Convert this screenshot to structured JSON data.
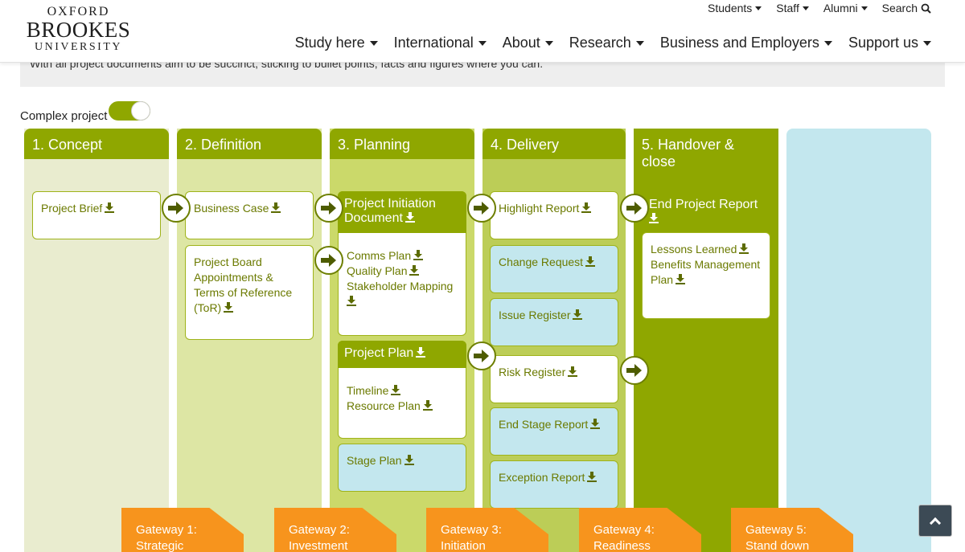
{
  "header": {
    "logo": {
      "line1": "OXFORD",
      "line2": "BROOKES",
      "line3": "UNIVERSITY"
    },
    "utility_nav": [
      {
        "label": "Students"
      },
      {
        "label": "Staff"
      },
      {
        "label": "Alumni"
      },
      {
        "label": "Search"
      }
    ],
    "main_nav": [
      {
        "label": "Study here"
      },
      {
        "label": "International"
      },
      {
        "label": "About"
      },
      {
        "label": "Research"
      },
      {
        "label": "Business and Employers"
      },
      {
        "label": "Support us"
      }
    ]
  },
  "intro": {
    "text": "With all project documents aim to be succinct, sticking to bullet points, facts and figures where you can."
  },
  "toggle": {
    "label": "Complex project",
    "state": "on"
  },
  "columns": [
    {
      "title": "1. Concept"
    },
    {
      "title": "2. Definition"
    },
    {
      "title": "3. Planning"
    },
    {
      "title": "4. Delivery"
    },
    {
      "title": "5. Handover & close"
    }
  ],
  "documents": {
    "concept": {
      "project_brief": "Project Brief"
    },
    "definition": {
      "business_case": "Business Case",
      "board_appointments": "Project Board Appointments & Terms of Reference (ToR)"
    },
    "planning": {
      "pid_title": "Project Initiation Document",
      "comms_plan": "Comms Plan",
      "quality_plan": "Quality Plan",
      "stakeholder_mapping": "Stakeholder Mapping",
      "project_plan_title": "Project Plan",
      "timeline": "Timeline",
      "resource_plan": "Resource Plan",
      "stage_plan": "Stage Plan"
    },
    "delivery": {
      "highlight_report": "Highlight Report",
      "change_request": "Change Request",
      "issue_register": "Issue Register",
      "risk_register": "Risk Register",
      "end_stage_report": "End Stage Report",
      "exception_report": "Exception Report"
    },
    "handover": {
      "end_project_report": "End Project Report",
      "lessons_learned": "Lessons Learned",
      "benefits_management_plan": "Benefits Management Plan"
    }
  },
  "gateways": [
    {
      "line1": "Gateway 1:",
      "line2": "Strategic"
    },
    {
      "line1": "Gateway 2:",
      "line2": "Investment"
    },
    {
      "line1": "Gateway 3:",
      "line2": "Initiation"
    },
    {
      "line1": "Gateway 4:",
      "line2": "Readiness"
    },
    {
      "line1": "Gateway 5:",
      "line2": "Stand down"
    }
  ],
  "icons": {
    "download": "download-icon",
    "arrow": "arrow-right-icon",
    "search": "search-icon",
    "back_to_top": "chevron-up-icon"
  },
  "colors": {
    "green": "#8fa700",
    "blue_card": "#c3e7ee",
    "gateway_orange": "#f7941d"
  }
}
